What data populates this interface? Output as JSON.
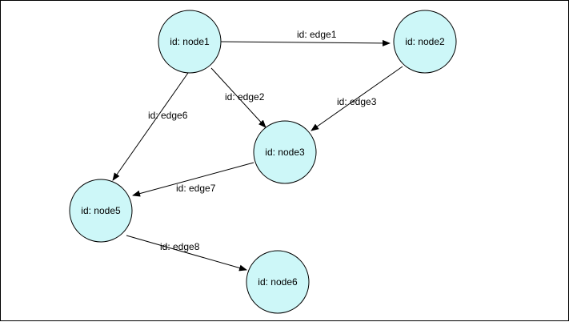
{
  "nodes": [
    {
      "id": "node1",
      "label": "id: node1"
    },
    {
      "id": "node2",
      "label": "id: node2"
    },
    {
      "id": "node3",
      "label": "id: node3"
    },
    {
      "id": "node5",
      "label": "id: node5"
    },
    {
      "id": "node6",
      "label": "id: node6"
    }
  ],
  "edges": [
    {
      "id": "edge1",
      "label": "id: edge1",
      "from": "node1",
      "to": "node2"
    },
    {
      "id": "edge2",
      "label": "id: edge2",
      "from": "node1",
      "to": "node3"
    },
    {
      "id": "edge3",
      "label": "id: edge3",
      "from": "node2",
      "to": "node3"
    },
    {
      "id": "edge6",
      "label": "id: edge6",
      "from": "node1",
      "to": "node5"
    },
    {
      "id": "edge7",
      "label": "id: edge7",
      "from": "node3",
      "to": "node5"
    },
    {
      "id": "edge8",
      "label": "id: edge8",
      "from": "node5",
      "to": "node6"
    }
  ],
  "colors": {
    "node_fill": "#cdf7f8",
    "stroke": "#000000"
  }
}
